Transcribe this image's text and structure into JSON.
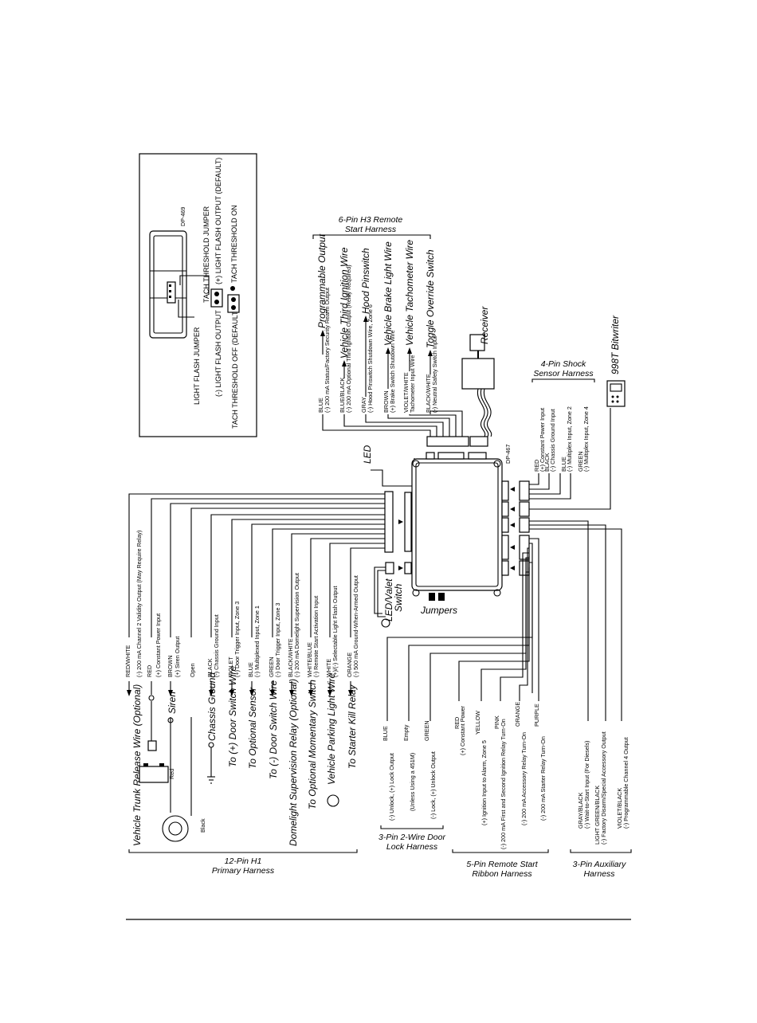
{
  "inset": {
    "light_flash_jumper": "LIGHT FLASH JUMPER",
    "tach_threshold_jumper": "TACH THRESHOLD JUMPER",
    "neg_light_flash": "(-) LIGHT FLASH OUTPUT",
    "pos_light_flash": "(+) LIGHT FLASH OUTPUT (DEFAULT)",
    "tach_off": "TACH THRESHOLD OFF (DEFAULT)",
    "tach_on": "TACH THRESHOLD ON",
    "fig_code": "DP-469"
  },
  "h3_harness": {
    "title_line1": "6-Pin H3 Remote",
    "title_line2": "Start Harness",
    "wires": [
      {
        "color": "BLUE",
        "desc": "(-) 200 mA Status/Factory Security Rearm Output",
        "dest": "Programmable Output"
      },
      {
        "color": "BLUE/BLACK",
        "desc": "(-) 200 mA Optional Third Ignition Output (Relay Required)",
        "dest": "Vehicle Third Ignition Wire"
      },
      {
        "color": "GRAY",
        "desc": "(-) Hood Pinswitch Shutdown Wire, Zone 6",
        "dest": "Hood Pinswitch"
      },
      {
        "color": "BROWN",
        "desc": "(+) Brake Switch Shutdown Wire",
        "dest": "Vehicle Brake Light Wire"
      },
      {
        "color": "VIOLET/WHITE",
        "desc": "Tachometer Input Wire",
        "dest": "Vehicle Tachometer Wire"
      },
      {
        "color": "BLACK/WHITE",
        "desc": "(-) Neutral Safety Switch Input",
        "dest": "Toggle Override Switch"
      }
    ]
  },
  "receiver": "Receiver",
  "led": "LED",
  "shock": {
    "title_line1": "4-Pin Shock",
    "title_line2": "Sensor Harness",
    "wires": [
      {
        "color": "RED",
        "desc": "(+) Constant Power Input"
      },
      {
        "color": "BLACK",
        "desc": "(-) Chassis Ground Input"
      },
      {
        "color": "BLUE",
        "desc": "(-) Multiplex Input, Zone 2"
      },
      {
        "color": "GREEN",
        "desc": "(-) Multiplex Input, Zone 4"
      }
    ]
  },
  "bitwriter": "998T Bitwriter",
  "module": {
    "code": "DP-467",
    "jumpers": "Jumpers",
    "led_valet_line1": "LED/Valet",
    "led_valet_line2": "Switch"
  },
  "h1_harness": {
    "title_line1": "12-Pin H1",
    "title_line2": "Primary Harness",
    "wires": [
      {
        "color": "RED/WHITE",
        "desc": "(-) 200 mA Channel 2 Validity Output (May Require Relay)",
        "dest": "Vehicle Trunk Release Wire (Optional)"
      },
      {
        "color": "RED",
        "desc": "(+) Constant Power Input",
        "dest": ""
      },
      {
        "color": "BROWN",
        "desc": "(+) Siren Output",
        "dest": "Siren"
      },
      {
        "color": "",
        "desc": "Open",
        "dest": ""
      },
      {
        "color": "BLACK",
        "desc": "(-) Chassis Ground Input",
        "dest": "Chassis Ground"
      },
      {
        "color": "VIOLET",
        "desc": "(+) Door Trigger Input, Zone 3",
        "dest": "To (+) Door Switch Wire"
      },
      {
        "color": "BLUE",
        "desc": "(-) Multiplexed Input, Zone 1",
        "dest": "To Optional Sensor"
      },
      {
        "color": "GREEN",
        "desc": "(-) Door Trigger Input, Zone 3",
        "dest": "To (-) Door Switch Wire"
      },
      {
        "color": "BLACK/WHITE",
        "desc": "(-) 200 mA Domelight Supervision Output",
        "dest": "Domelight Supervision Relay (Optional)"
      },
      {
        "color": "WHITE/BLUE",
        "desc": "(-) Remote Start Activation Input",
        "dest": "To Optional Momentary Switch"
      },
      {
        "color": "WHITE",
        "desc": "(+)/(-) Selectable Light Flash Output",
        "dest": "Vehicle Parking Light Wire"
      },
      {
        "color": "ORANGE",
        "desc": "(-) 500 mA Ground-When-Armed Output",
        "dest": "To Starter Kill Relay"
      }
    ],
    "battery_red": "Red",
    "battery_black": "Black"
  },
  "door_lock": {
    "title_line1": "3-Pin 2-Wire Door",
    "title_line2": "Lock Harness",
    "wires": [
      {
        "color": "BLUE",
        "desc": "(-) Unlock, (+) Lock Output"
      },
      {
        "color": "Empty",
        "desc": "(Unless Using a 451M)"
      },
      {
        "color": "GREEN",
        "desc": "(-) Lock, (+) Unlock Output"
      }
    ]
  },
  "ribbon": {
    "title_line1": "5-Pin Remote Start",
    "title_line2": "Ribbon Harness",
    "wires": [
      {
        "color": "RED",
        "desc": "(+) Constant Power"
      },
      {
        "color": "YELLOW",
        "desc": "(+) Ignition Input to Alarm, Zone 5"
      },
      {
        "color": "PINK",
        "desc": "(-) 200 mA First and Second Ignition Relay Turn-On"
      },
      {
        "color": "ORANGE",
        "desc": "(-) 200 mA Accessory Relay Turn-On"
      },
      {
        "color": "PURPLE",
        "desc": "(-) 200 mA Starter Relay Turn-On"
      }
    ]
  },
  "aux": {
    "title_line1": "3-Pin Auxiliary",
    "title_line2": "Harness",
    "wires": [
      {
        "color": "GRAY/BLACK",
        "desc": "(-) Wait-to-Start Input (For Diesels)"
      },
      {
        "color": "LIGHT GREEN/BLACK",
        "desc": "(-) Factory Disarm/Special Accessory Output"
      },
      {
        "color": "VIOLET/BLACK",
        "desc": "(-) Programmable Channel 4 Output"
      }
    ]
  }
}
